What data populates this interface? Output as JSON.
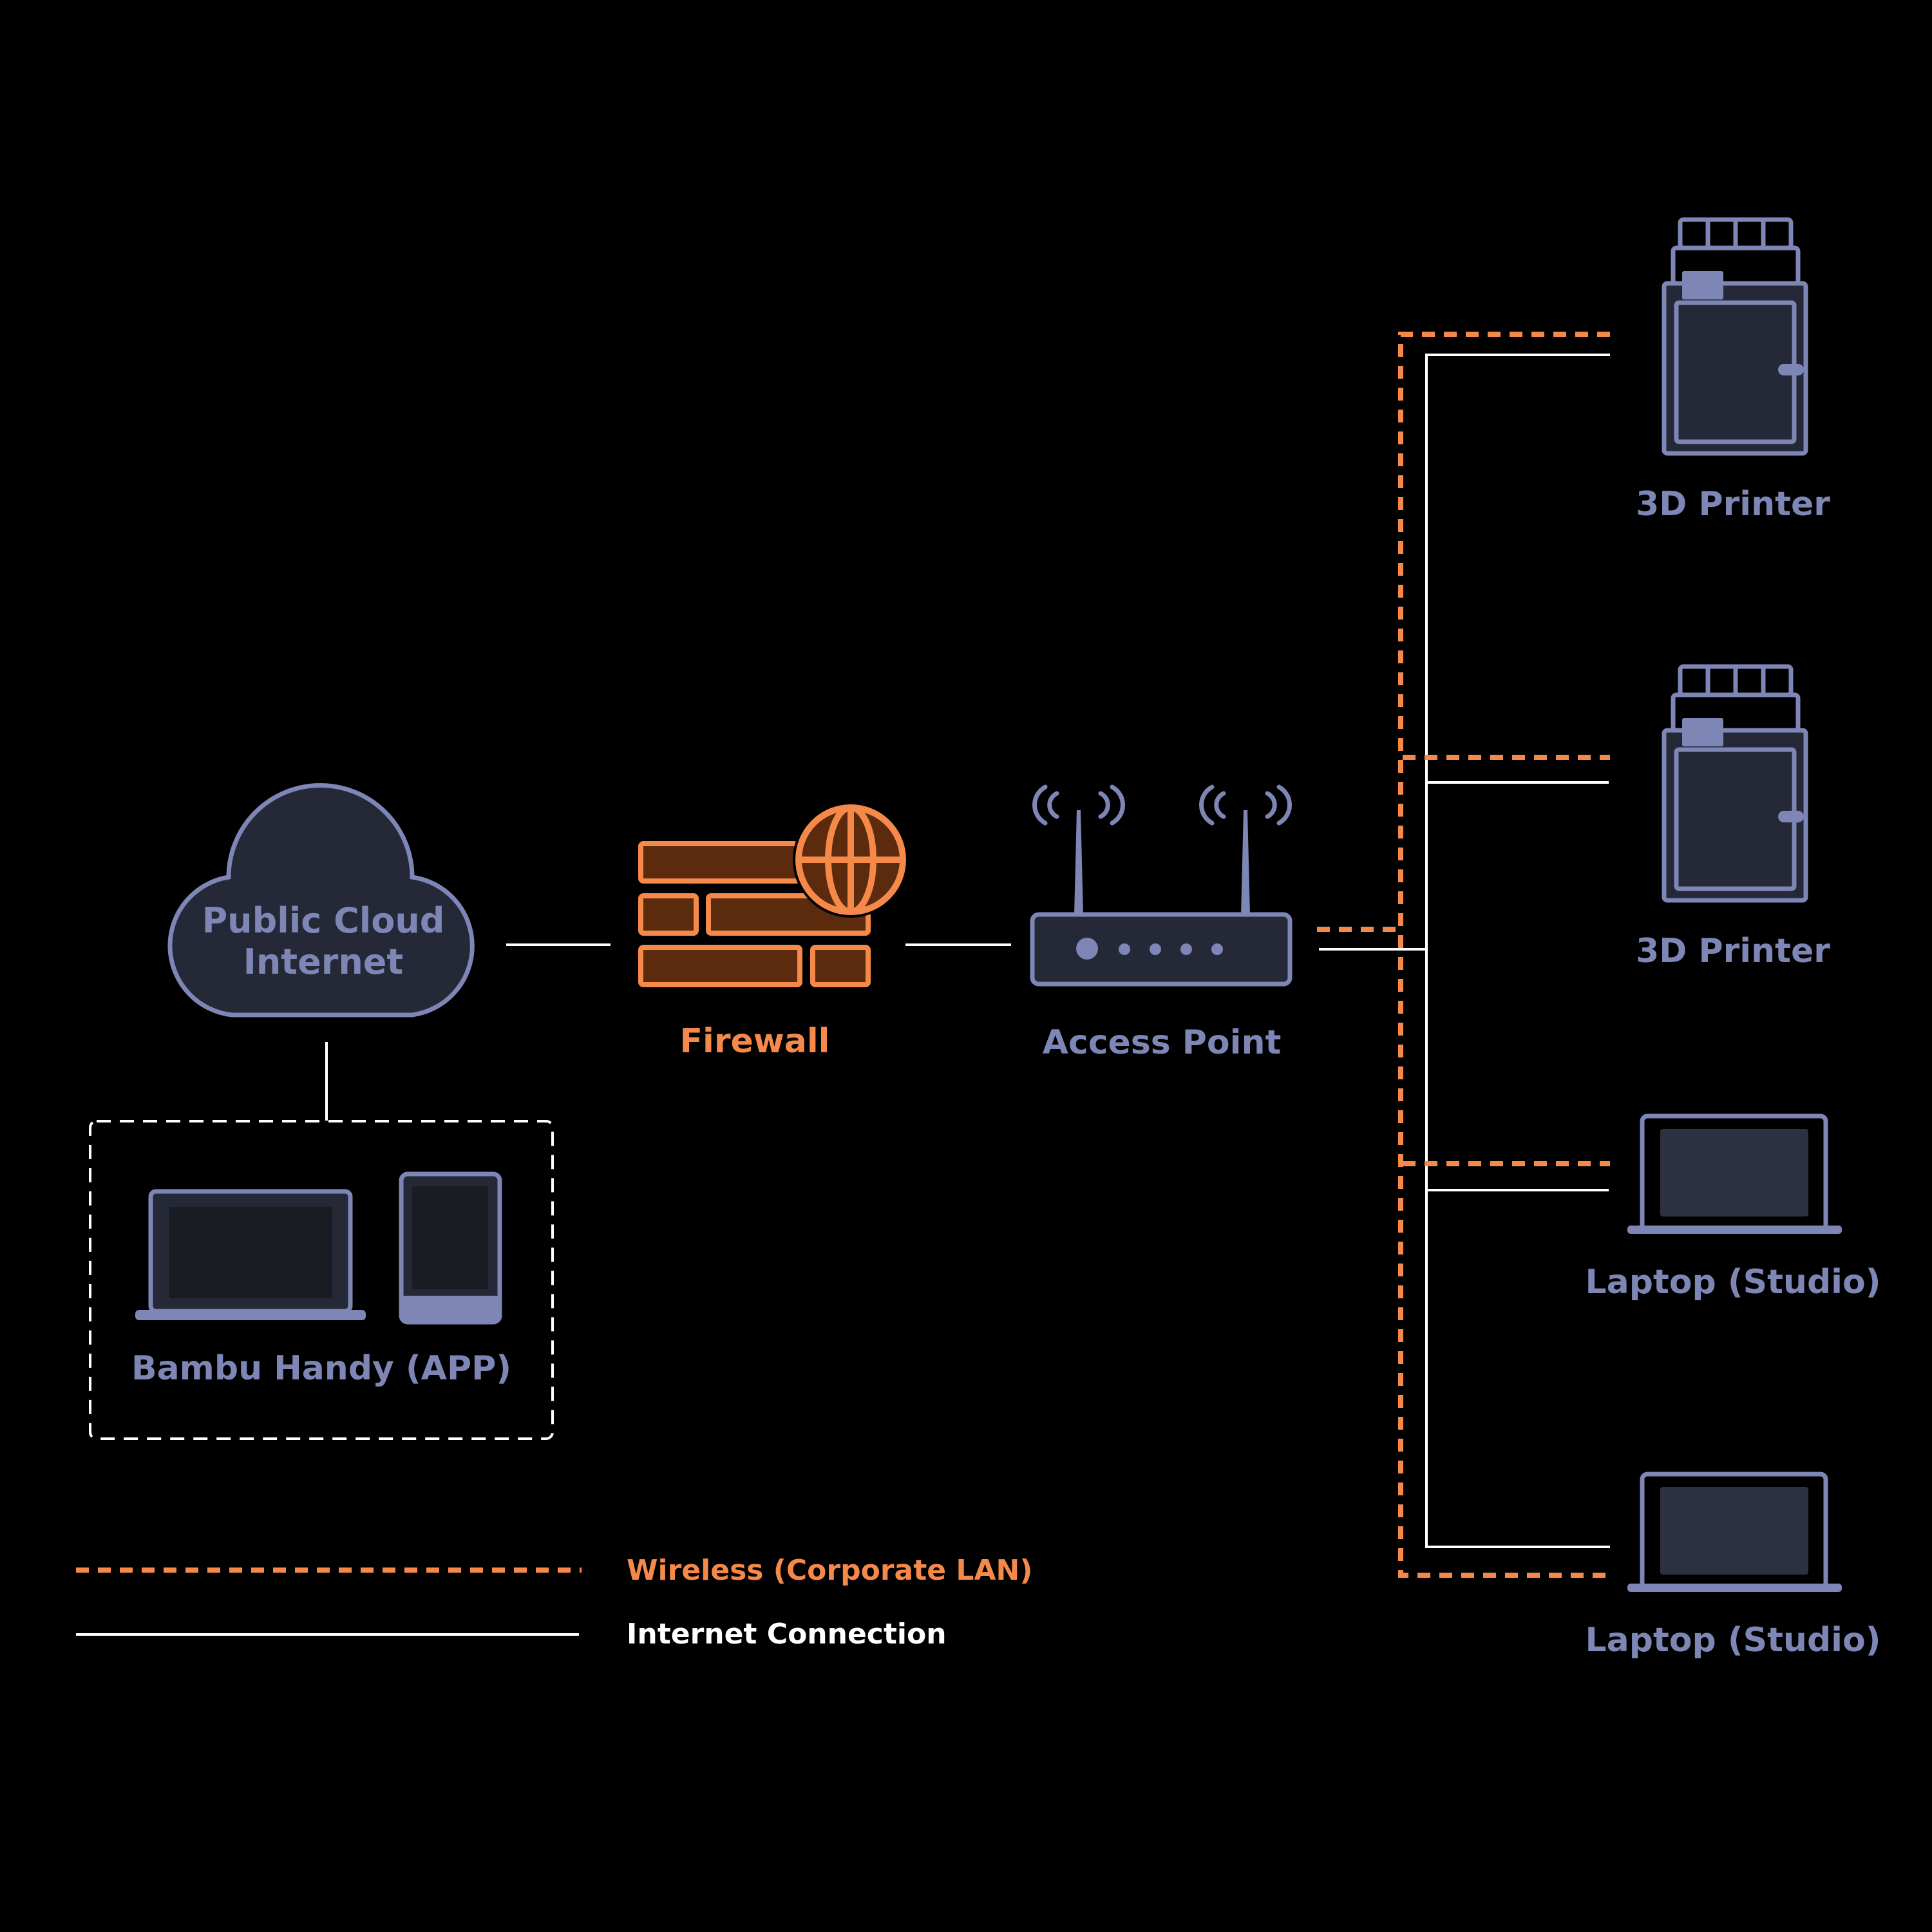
{
  "colors": {
    "background": "#000000",
    "device_stroke": "#7d86b5",
    "device_fill": "#252836",
    "screen_dark": "#1a1c24",
    "screen_mid": "#2e3141",
    "accent_orange": "#f5894a",
    "firewall_fill": "#5c2a0d",
    "wired_line": "#ffffff"
  },
  "nodes": {
    "cloud": {
      "line1": "Public Cloud",
      "line2": "Internet",
      "icon": "cloud-icon"
    },
    "firewall": {
      "label": "Firewall",
      "icon": "firewall-icon"
    },
    "access_point": {
      "label": "Access Point",
      "icon": "router-icon"
    },
    "app_group": {
      "label": "Bambu Handy (APP)",
      "icons": [
        "laptop-icon",
        "phone-icon"
      ]
    },
    "printers": [
      {
        "label": "3D Printer",
        "icon": "printer-icon"
      },
      {
        "label": "3D Printer",
        "icon": "printer-icon"
      }
    ],
    "laptops": [
      {
        "label": "Laptop (Studio)",
        "icon": "laptop-icon"
      },
      {
        "label": "Laptop (Studio)",
        "icon": "laptop-icon"
      }
    ]
  },
  "legend": {
    "wireless": "Wireless (Corporate LAN)",
    "internet": "Internet Connection"
  }
}
